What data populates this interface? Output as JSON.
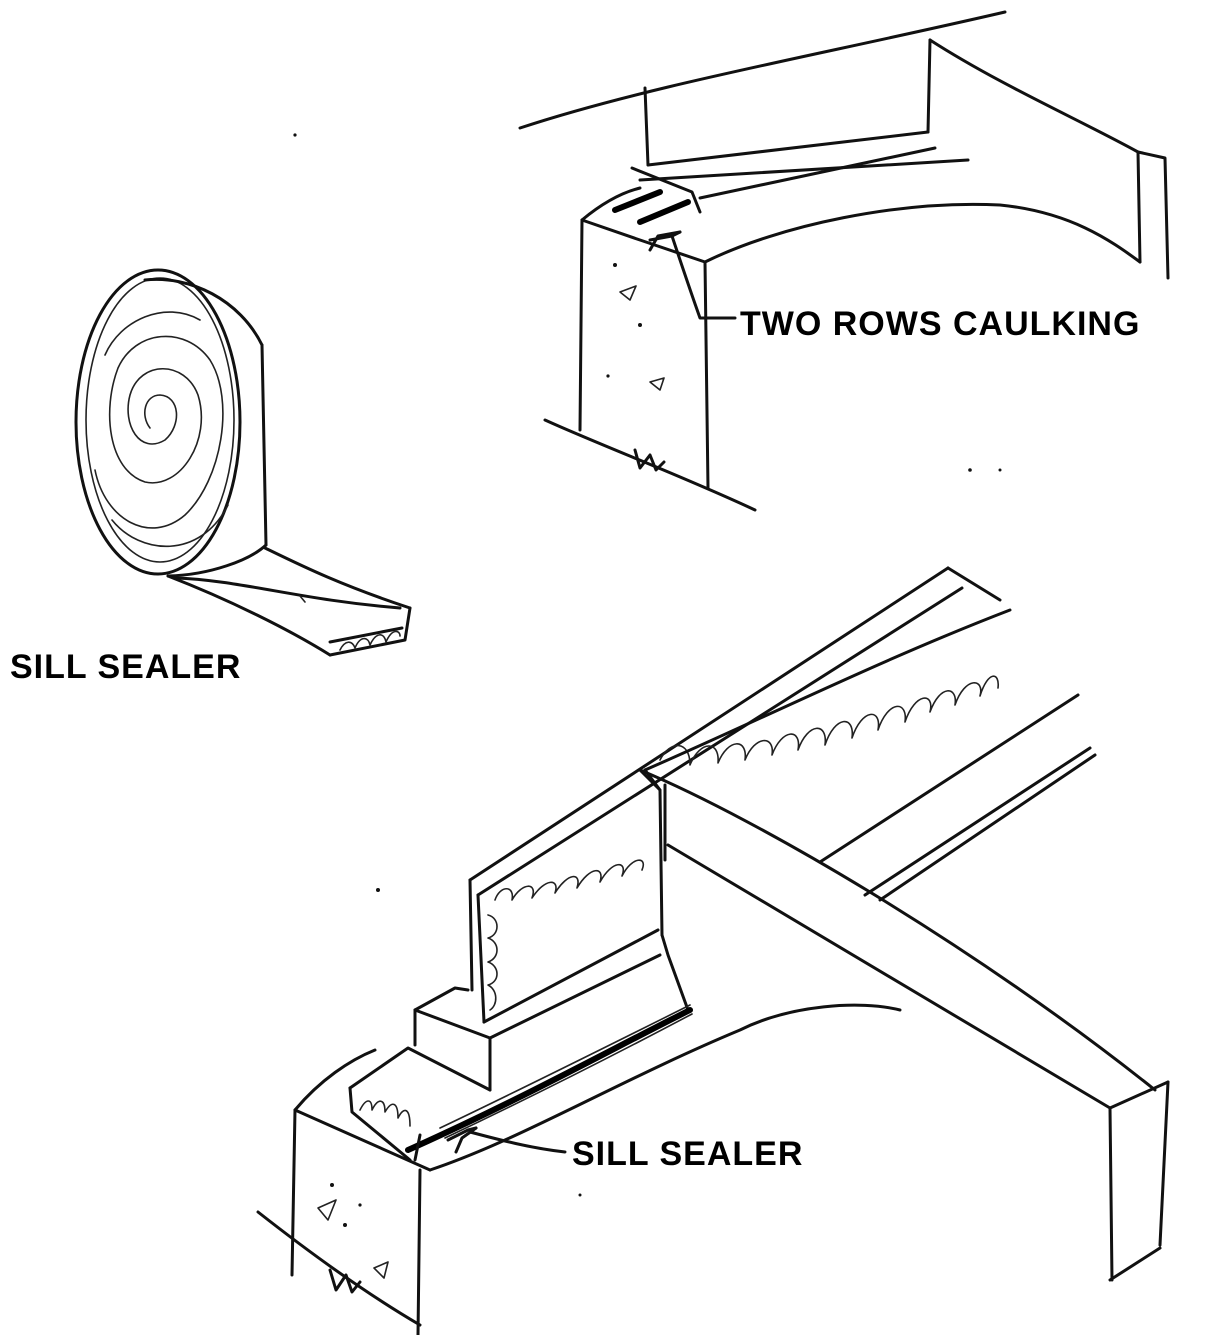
{
  "labels": {
    "caulking": "TWO ROWS CAULKING",
    "sill_sealer_roll": "SILL SEALER",
    "sill_sealer_install": "SILL SEALER"
  },
  "colors": {
    "ink": "#000000",
    "paper": "#ffffff"
  }
}
